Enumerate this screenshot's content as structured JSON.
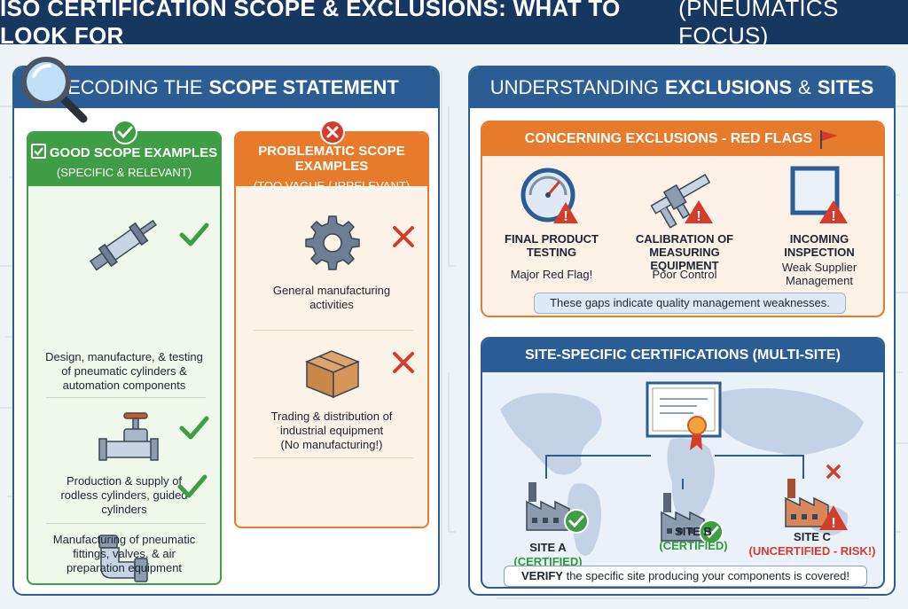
{
  "title": {
    "main": "ISO CERTIFICATION SCOPE & EXCLUSIONS: WHAT TO LOOK FOR",
    "sub": "(PNEUMATICS FOCUS)"
  },
  "left_panel": {
    "heading_light": "DECODING THE",
    "heading_bold": "SCOPE STATEMENT",
    "good": {
      "title": "GOOD SCOPE EXAMPLES",
      "subtitle": "(SPECIFIC & RELEVANT)",
      "items": [
        {
          "icon": "pneumatic-cylinder-icon",
          "text": [
            "Design, manufacture, & testing",
            "of pneumatic cylinders &",
            "automation components"
          ]
        },
        {
          "icon": "valve-icon",
          "text": [
            "Production & supply of",
            "rodless cylinders, guided",
            "cylinders"
          ]
        },
        {
          "icon": "fitting-icon",
          "text": [
            "Manufacturing of pneumatic",
            "fittings, valves, & air",
            "preparation equipment"
          ]
        }
      ]
    },
    "bad": {
      "title": "PROBLEMATIC SCOPE EXAMPLES",
      "subtitle": "(TOO VAGUE / IRRELEVANT)",
      "items": [
        {
          "icon": "gear-icon",
          "text": [
            "General manufacturing",
            "activities"
          ]
        },
        {
          "icon": "box-icon",
          "text": [
            "Trading & distribution of",
            "industrial equipment",
            "(No manufacturing!)"
          ]
        }
      ]
    }
  },
  "right_panel": {
    "heading_light": "UNDERSTANDING",
    "heading_bold": "EXCLUSIONS",
    "heading_amp": "&",
    "heading_bold2": "SITES",
    "exclusions": {
      "title": "CONCERNING EXCLUSIONS - RED FLAGS",
      "items": [
        {
          "icon": "gauge-icon",
          "label": [
            "FINAL PRODUCT",
            "TESTING"
          ],
          "desc": [
            "Major Red Flag!"
          ]
        },
        {
          "icon": "caliper-icon",
          "label": [
            "CALIBRATION OF",
            "MEASURING EQUIPMENT"
          ],
          "desc": [
            "Poor Control"
          ]
        },
        {
          "icon": "inspection-frame-icon",
          "label": [
            "INCOMING",
            "INSPECTION"
          ],
          "desc": [
            "Weak Supplier",
            "Management"
          ]
        }
      ],
      "note": "These gaps indicate quality management weaknesses."
    },
    "sites": {
      "title": "SITE-SPECIFIC CERTIFICATIONS (MULTI-SITE)",
      "items": [
        {
          "name": "SITE A",
          "status": "(CERTIFIED)"
        },
        {
          "name": "SITE B",
          "status": "(CERTIFIED)"
        },
        {
          "name": "SITE C",
          "status": "(UNCERTIFIED - RISK!)"
        }
      ],
      "verify_bold": "VERIFY",
      "verify_rest": "the specific site producing your components is covered!"
    }
  },
  "colors": {
    "navy": "#16375f",
    "blue": "#2b5c93",
    "green": "#3f9d45",
    "orange": "#e87a2c",
    "red": "#d43c2c"
  }
}
